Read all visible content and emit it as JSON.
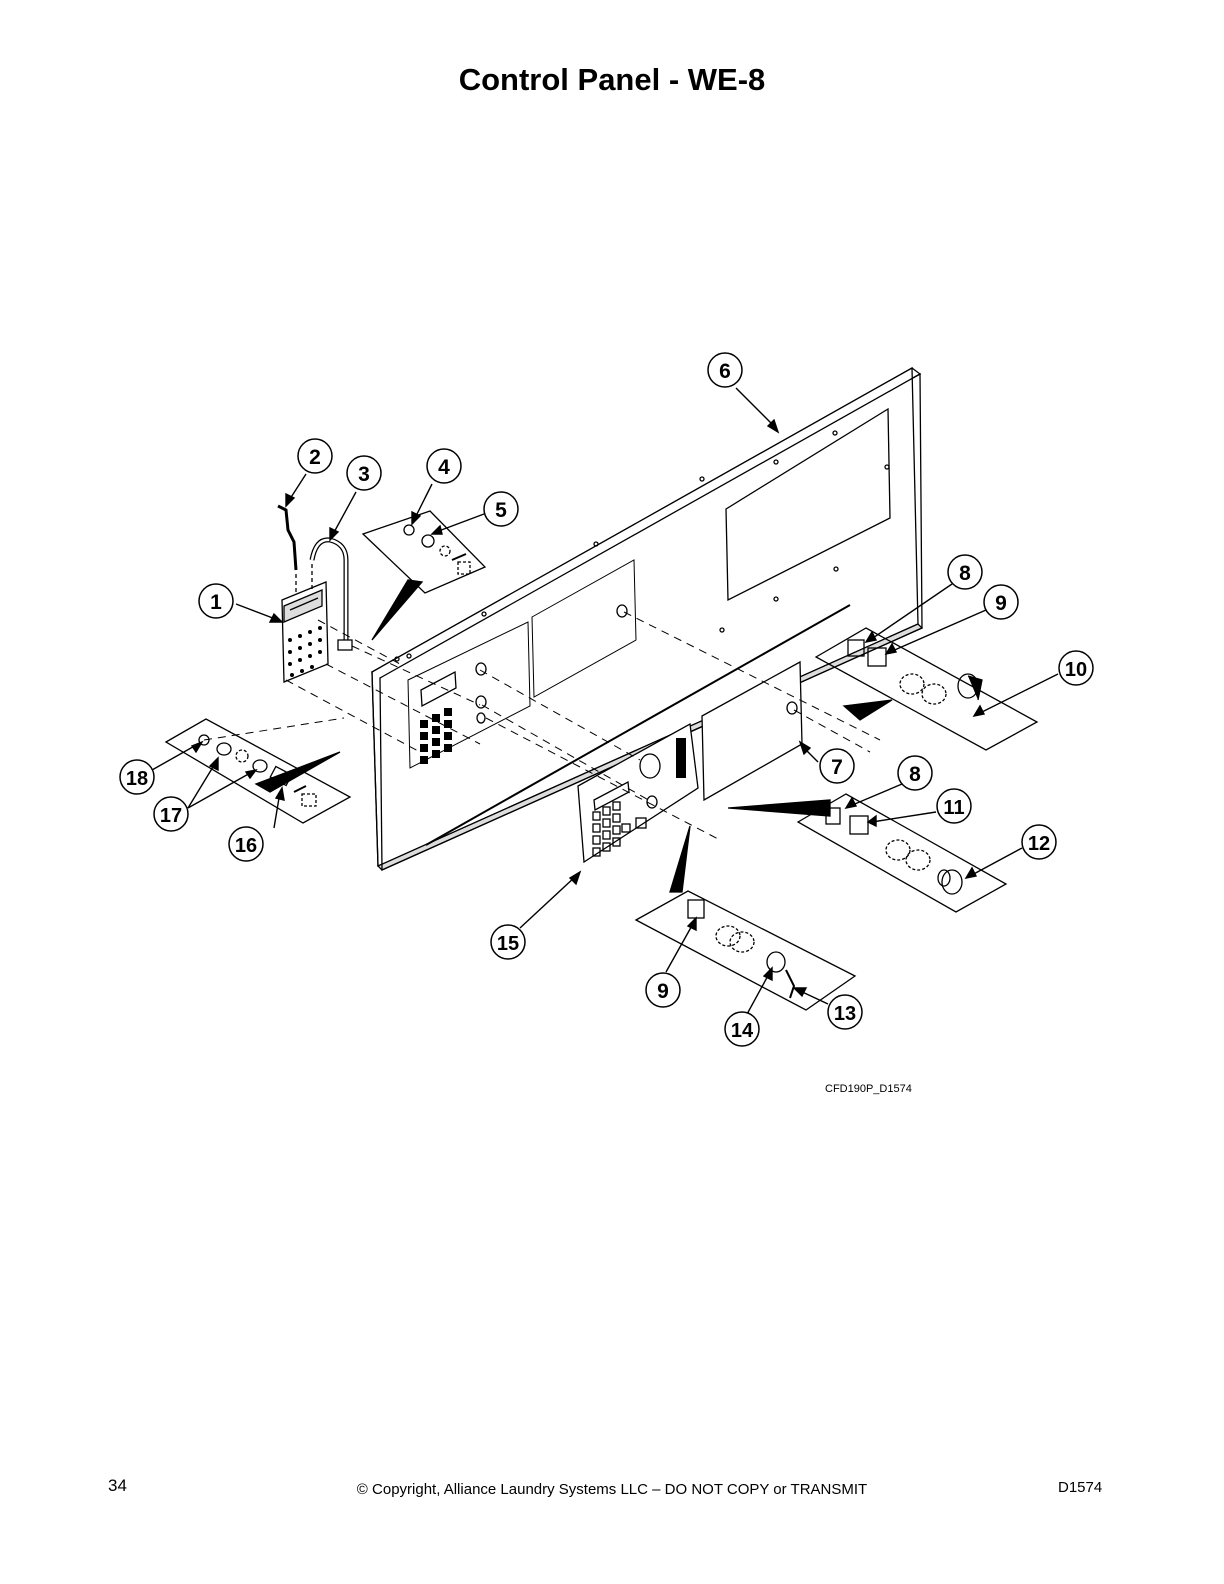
{
  "title": "Control Panel - WE-8",
  "figure_code": "CFD190P_D1574",
  "footer": {
    "page_number": "34",
    "copyright": "© Copyright, Alliance Laundry Systems LLC – DO NOT COPY or TRANSMIT",
    "document_id": "D1574"
  },
  "callouts": {
    "c1": "1",
    "c2": "2",
    "c3": "3",
    "c4": "4",
    "c5": "5",
    "c6": "6",
    "c7": "7",
    "c8a": "8",
    "c8b": "8",
    "c9a": "9",
    "c9b": "9",
    "c10": "10",
    "c11": "11",
    "c12": "12",
    "c13": "13",
    "c14": "14",
    "c15": "15",
    "c16": "16",
    "c17": "17",
    "c18": "18"
  }
}
